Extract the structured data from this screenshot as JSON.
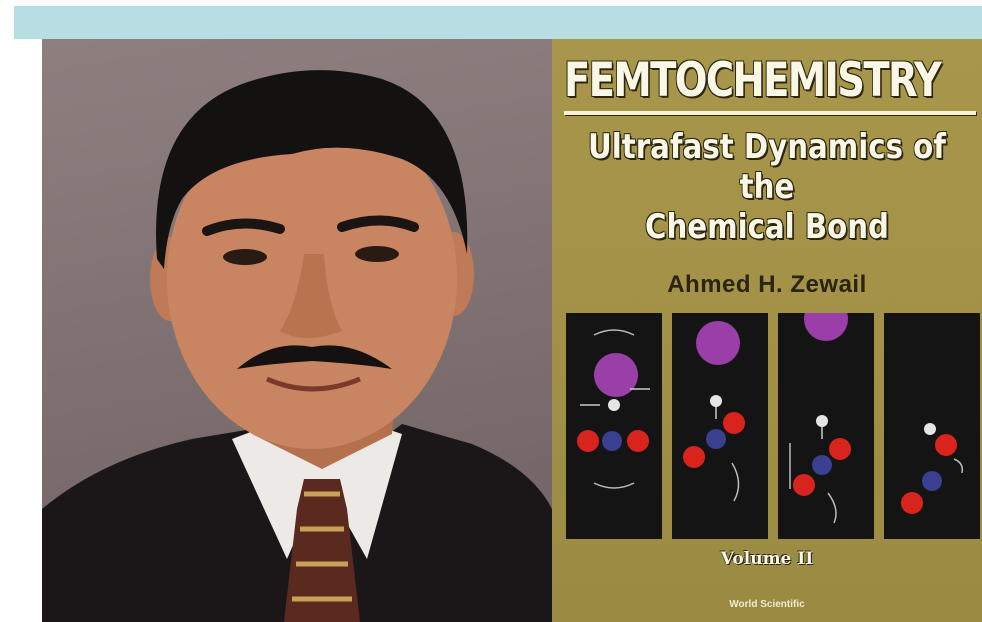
{
  "cover": {
    "title": "FEMTOCHEMISTRY",
    "subtitle_line1": "Ultrafast Dynamics of the",
    "subtitle_line2": "Chemical Bond",
    "author": "Ahmed H. Zewail",
    "volume": "Volume II",
    "publisher": "World Scientific"
  },
  "colors": {
    "top_band": "#b7dfe3",
    "cover_background": "#a8974a",
    "cover_title": "#fbf7e6",
    "author_text": "#2a2410",
    "molecule_purple": "#9b3fa8",
    "molecule_red": "#d8241c",
    "molecule_blue": "#3b3f8f",
    "molecule_white": "#e6e6e6"
  }
}
